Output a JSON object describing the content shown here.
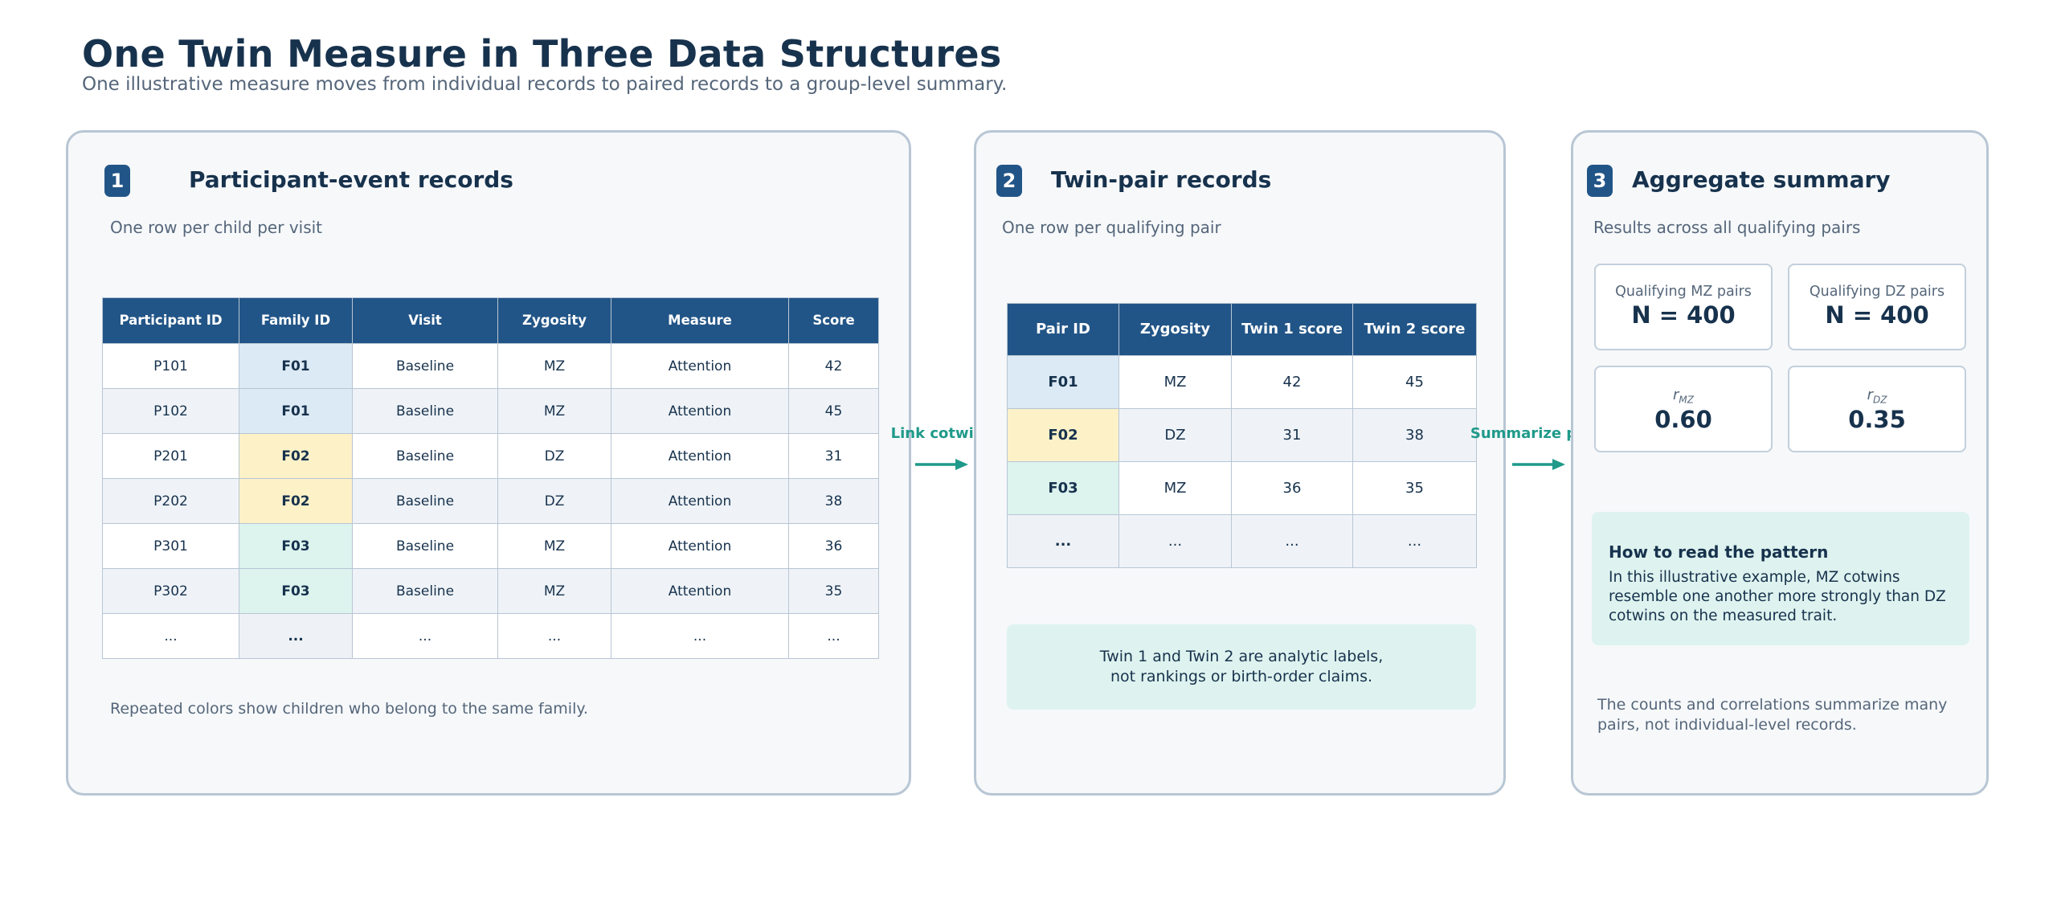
{
  "title": "One Twin Measure in Three Data Structures",
  "subtitle": "One illustrative measure moves from individual records to paired records to a group-level summary.",
  "colors": {
    "header_blue": "#225587",
    "family_blue": "#dceaf5",
    "family_yellow": "#fdf1c8",
    "family_teal": "#dcf3ee",
    "accent_teal": "#1f9a8a",
    "text_dark": "#17324d"
  },
  "panel1": {
    "badge": "1",
    "title": "Participant-event records",
    "description": "One row per child per visit",
    "headers": [
      "Participant ID",
      "Family ID",
      "Visit",
      "Zygosity",
      "Measure",
      "Score"
    ],
    "rows": [
      [
        "P101",
        "F01",
        "Baseline",
        "MZ",
        "Attention",
        "42"
      ],
      [
        "P102",
        "F01",
        "Baseline",
        "MZ",
        "Attention",
        "45"
      ],
      [
        "P201",
        "F02",
        "Baseline",
        "DZ",
        "Attention",
        "31"
      ],
      [
        "P202",
        "F02",
        "Baseline",
        "DZ",
        "Attention",
        "38"
      ],
      [
        "P301",
        "F03",
        "Baseline",
        "MZ",
        "Attention",
        "36"
      ],
      [
        "P302",
        "F03",
        "Baseline",
        "MZ",
        "Attention",
        "35"
      ],
      [
        "...",
        "...",
        "...",
        "...",
        "...",
        "..."
      ]
    ],
    "note": "Repeated colors show children who belong to the same family."
  },
  "arrow1": {
    "label": "Link cotwins"
  },
  "panel2": {
    "badge": "2",
    "title": "Twin-pair records",
    "description": "One row per qualifying pair",
    "headers": [
      "Pair ID",
      "Zygosity",
      "Twin 1 score",
      "Twin 2 score"
    ],
    "rows": [
      [
        "F01",
        "MZ",
        "42",
        "45"
      ],
      [
        "F02",
        "DZ",
        "31",
        "38"
      ],
      [
        "F03",
        "MZ",
        "36",
        "35"
      ],
      [
        "...",
        "...",
        "...",
        "..."
      ]
    ],
    "note_line1": "Twin 1 and Twin 2 are analytic labels,",
    "note_line2": "not rankings or birth-order claims."
  },
  "arrow2": {
    "label": "Summarize pairs"
  },
  "panel3": {
    "badge": "3",
    "title": "Aggregate summary",
    "description": "Results across all qualifying pairs",
    "mz_pairs_label": "Qualifying MZ pairs",
    "mz_pairs_value": "N = 400",
    "dz_pairs_label": "Qualifying DZ pairs",
    "dz_pairs_value": "N = 400",
    "r_symbol": "r",
    "mz_sub": "MZ",
    "mz_r": "0.60",
    "dz_sub": "DZ",
    "dz_r": "0.35",
    "read_heading": "How to read the pattern",
    "read_body": "In this illustrative example, MZ cotwins resemble one another more strongly than DZ cotwins on the measured trait.",
    "footnote": "The counts and correlations summarize many pairs, not individual-level records."
  }
}
